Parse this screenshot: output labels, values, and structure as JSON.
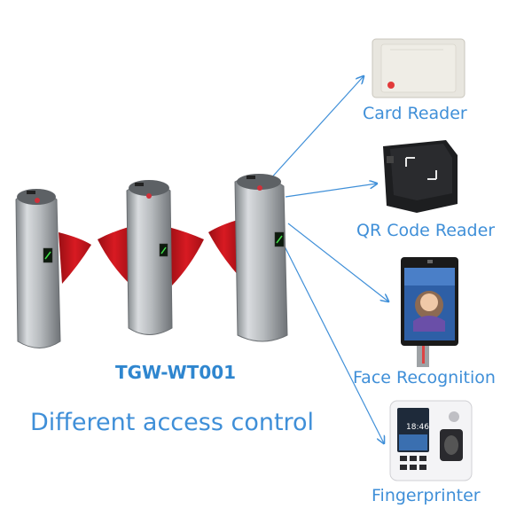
{
  "product": {
    "model": "TGW-WT001",
    "tagline": "Different access control"
  },
  "devices": [
    {
      "id": "card",
      "label": "Card Reader"
    },
    {
      "id": "qr",
      "label": "QR Code Reader"
    },
    {
      "id": "face",
      "label": "Face Recognition"
    },
    {
      "id": "finger",
      "label": "Fingerprinter",
      "screen_time": "18:46"
    }
  ],
  "colors": {
    "accent": "#3f8fd8",
    "flap": "#c8141c",
    "steel": "#a9adb1"
  }
}
